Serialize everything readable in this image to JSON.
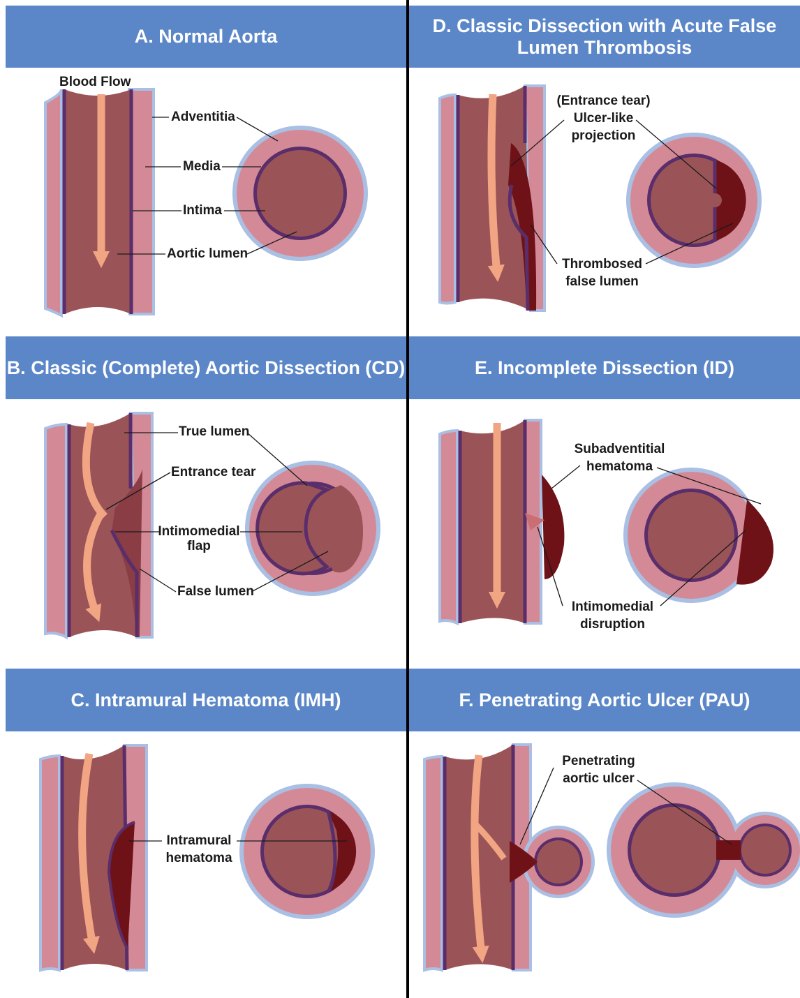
{
  "colors": {
    "banner": "#5b87c9",
    "adventitia": "#a9bfe3",
    "media": "#d48a96",
    "intima": "#5a2d6b",
    "lumen": "#9a5458",
    "thrombus": "#6e1218",
    "flow_arrow": "#f2a582"
  },
  "panels": {
    "a": {
      "title": "A. Normal Aorta",
      "labels": {
        "blood_flow": "Blood Flow",
        "adventitia": "Adventitia",
        "media": "Media",
        "intima": "Intima",
        "aortic_lumen": "Aortic lumen"
      }
    },
    "b": {
      "title": "B. Classic (Complete) Aortic Dissection (CD)",
      "labels": {
        "true_lumen": "True lumen",
        "entrance_tear": "Entrance tear",
        "intimomedial_flap_1": "Intimomedial",
        "intimomedial_flap_2": "flap",
        "false_lumen": "False lumen"
      }
    },
    "c": {
      "title": "C. Intramural Hematoma (IMH)",
      "labels": {
        "intramural_1": "Intramural",
        "intramural_2": "hematoma"
      }
    },
    "d": {
      "title_line1": "D. Classic Dissection with Acute False",
      "title_line2": "Lumen Thrombosis",
      "labels": {
        "entrance_tear": "(Entrance tear)",
        "ulcer_like_1": "Ulcer-like",
        "ulcer_like_2": "projection",
        "thrombosed_1": "Thrombosed",
        "thrombosed_2": "false lumen"
      }
    },
    "e": {
      "title": "E. Incomplete Dissection (ID)",
      "labels": {
        "subadventitial_1": "Subadventitial",
        "subadventitial_2": "hematoma",
        "disruption_1": "Intimomedial",
        "disruption_2": "disruption"
      }
    },
    "f": {
      "title": "F. Penetrating Aortic Ulcer (PAU)",
      "labels": {
        "pau_1": "Penetrating",
        "pau_2": "aortic ulcer"
      }
    }
  }
}
